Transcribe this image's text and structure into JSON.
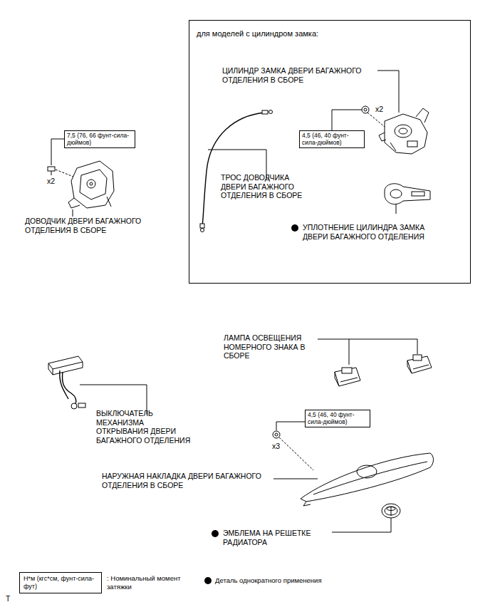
{
  "diagram": {
    "nodes": [
      {
        "text": [
          "для моделей с цилиндром замка:"
        ]
      },
      {
        "text": [
          "4,5 (46, 40 фунт-сила-дюймов)"
        ],
        "in": 0
      },
      {
        "text": [
          "7,5 (76, 66 фунт-сила-дюймов)"
        ]
      },
      {
        "text": [
          "4,5 (46, 40 фунт-сила-дюймов)"
        ]
      },
      {
        "text": [
          "Н*м (кгс*см, фунт-сила-фут)"
        ]
      }
    ],
    "labels": [
      "x2",
      "ДОВОДЧИК ДВЕРИ БАГАЖНОГО ОТДЕЛЕНИЯ В СБОРЕ",
      "ЦИЛИНДР ЗАМКА ДВЕРИ БАГАЖНОГО ОТДЕЛЕНИЯ В СБОРЕ",
      "x2",
      "ТРОС ДОВОДЧИКА ДВЕРИ БАГАЖНОГО ОТДЕЛЕНИЯ В СБОРЕ",
      "УПЛОТНЕНИЕ ЦИЛИНДРА ЗАМКА ДВЕРИ БАГАЖНОГО ОТДЕЛЕНИЯ",
      "ЛАМПА ОСВЕЩЕНИЯ НОМЕРНОГО ЗНАКА В СБОРЕ",
      "ВЫКЛЮЧАТЕЛЬ МЕХАНИЗМА ОТКРЫВАНИЯ ДВЕРИ БАГАЖНОГО ОТДЕЛЕНИЯ",
      "x3",
      "НАРУЖНАЯ НАКЛАДКА ДВЕРИ БАГАЖНОГО ОТДЕЛЕНИЯ В СБОРЕ",
      "ЭМБЛЕМА НА РЕШЕТКЕ РАДИАТОРА",
      "T"
    ],
    "legend": [
      {
        "text": ": Номинальный момент затяжки"
      },
      {
        "text": "Деталь однократного применения"
      }
    ]
  }
}
